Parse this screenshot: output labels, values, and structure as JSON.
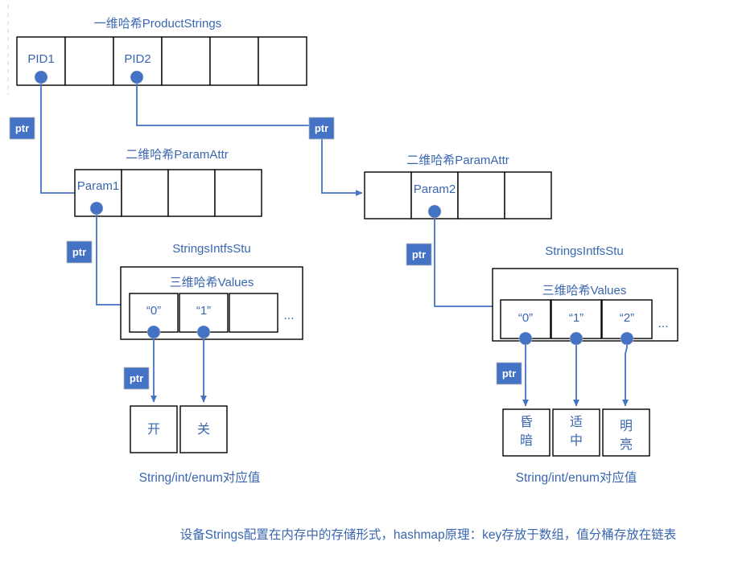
{
  "diagram": {
    "caption": "设备Strings配置在内存中的存储形式，hashmap原理：key存放于数组，值分桶存放在链表",
    "accent_color": "#4472c4",
    "text_color": "#3a66b0",
    "box_border_color": "#000000",
    "ptr_badge_color": "#4472c4",
    "ptr_label": "ptr",
    "ellipsis": "..."
  },
  "level1": {
    "title": "一维哈希ProductStrings",
    "cells": [
      {
        "label": "PID1",
        "has_pointer": true
      },
      {
        "label": "",
        "has_pointer": false
      },
      {
        "label": "PID2",
        "has_pointer": true
      },
      {
        "label": "",
        "has_pointer": false
      },
      {
        "label": "",
        "has_pointer": false
      },
      {
        "label": "",
        "has_pointer": false
      }
    ]
  },
  "level2_left": {
    "title": "二维哈希ParamAttr",
    "cells": [
      {
        "label": "Param1",
        "has_pointer": true
      },
      {
        "label": "",
        "has_pointer": false
      },
      {
        "label": "",
        "has_pointer": false
      },
      {
        "label": "",
        "has_pointer": false
      }
    ]
  },
  "level2_right": {
    "title": "二维哈希ParamAttr",
    "cells": [
      {
        "label": "",
        "has_pointer": false
      },
      {
        "label": "Param2",
        "has_pointer": true
      },
      {
        "label": "",
        "has_pointer": false
      },
      {
        "label": "",
        "has_pointer": false
      }
    ]
  },
  "level3_left": {
    "struct_title": "StringsIntfsStu",
    "title": "三维哈希Values",
    "cells": [
      {
        "label": "“0”",
        "has_pointer": true
      },
      {
        "label": "“1”",
        "has_pointer": true
      },
      {
        "label": "",
        "has_pointer": false
      }
    ],
    "ellipsis": "..."
  },
  "level3_right": {
    "struct_title": "StringsIntfsStu",
    "title": "三维哈希Values",
    "cells": [
      {
        "label": "“0”",
        "has_pointer": true
      },
      {
        "label": "“1”",
        "has_pointer": true
      },
      {
        "label": "“2”",
        "has_pointer": true
      }
    ],
    "ellipsis": "..."
  },
  "values_left": {
    "caption": "String/int/enum对应值",
    "cells": [
      {
        "line1": "开",
        "line2": ""
      },
      {
        "line1": "关",
        "line2": ""
      }
    ]
  },
  "values_right": {
    "caption": "String/int/enum对应值",
    "cells": [
      {
        "line1": "昏",
        "line2": "暗"
      },
      {
        "line1": "适",
        "line2": "中"
      },
      {
        "line1": "明",
        "line2": "亮"
      }
    ]
  },
  "ptr_badges": [
    {
      "name": "ptr-badge-pid1",
      "label": "ptr"
    },
    {
      "name": "ptr-badge-pid2",
      "label": "ptr"
    },
    {
      "name": "ptr-badge-param1",
      "label": "ptr"
    },
    {
      "name": "ptr-badge-param2",
      "label": "ptr"
    },
    {
      "name": "ptr-badge-values-left",
      "label": "ptr"
    },
    {
      "name": "ptr-badge-values-right",
      "label": "ptr"
    }
  ]
}
